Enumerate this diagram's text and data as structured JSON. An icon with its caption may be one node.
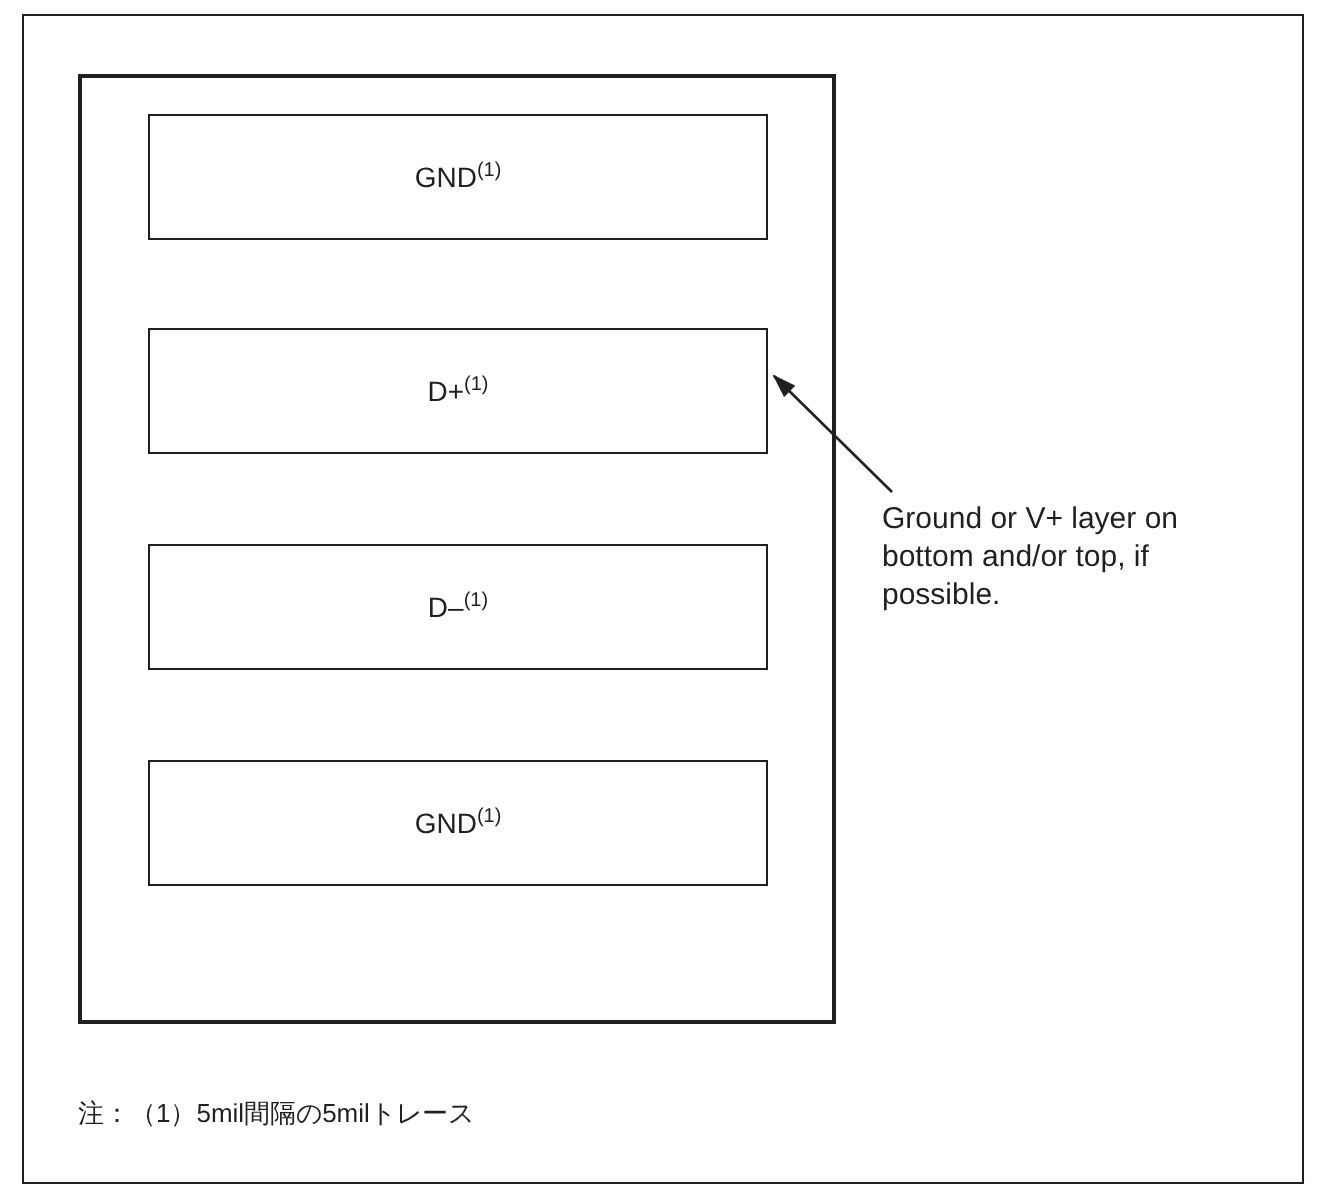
{
  "diagram": {
    "nodes": [
      {
        "text": [],
        "shape": "box"
      },
      {
        "text": [
          "GND$^{(1)}$"
        ],
        "in": 0
      },
      {
        "text": [
          "D+$^{(1)}$"
        ],
        "in": 0
      },
      {
        "text": [
          "D–$^{(1)}$"
        ],
        "in": 0
      },
      {
        "text": [
          "GND$^{(1)}$"
        ],
        "in": 0
      },
      {
        "text": [
          "Ground or V+ layer on bottom and/or top, if possible."
        ]
      }
    ],
    "edges": [
      {
        "from": 5,
        "to": 0,
        "arrow": "to"
      }
    ],
    "labels": [
      "注：（1）5mil間隔の5milトレース"
    ]
  }
}
